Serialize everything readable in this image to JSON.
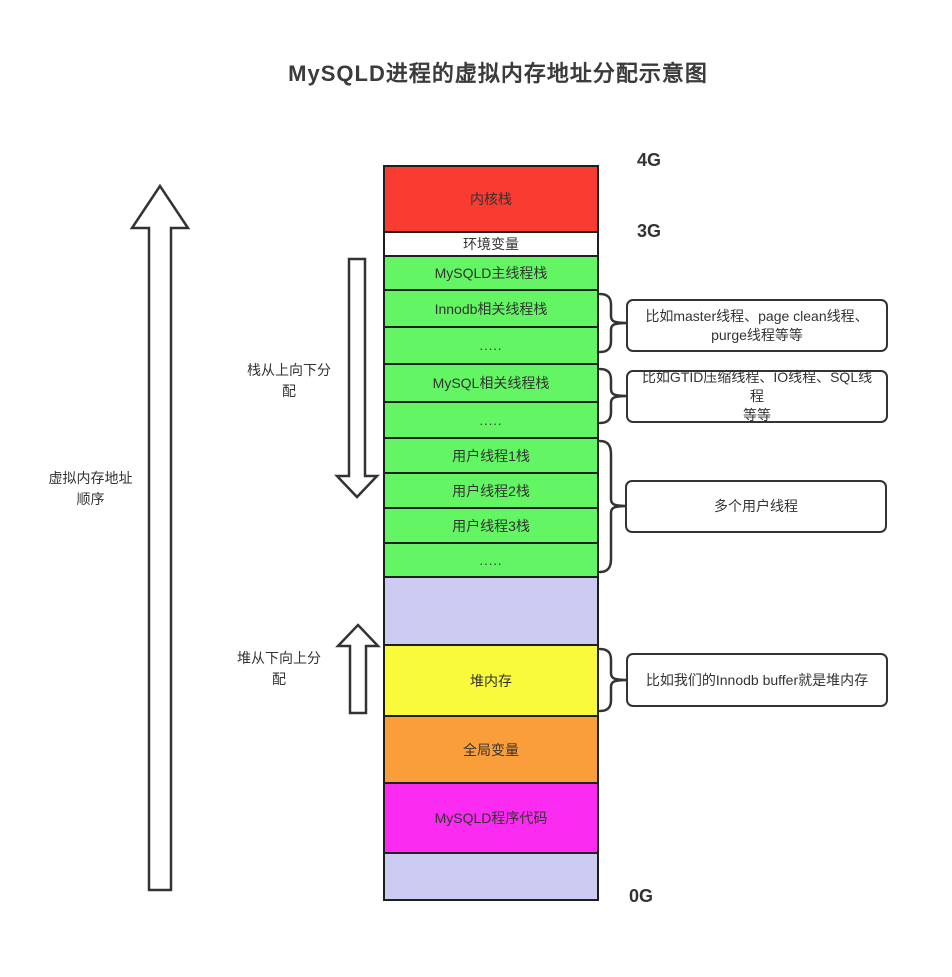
{
  "title": "MySQLD进程的虚拟内存地址分配示意图",
  "address_markers": {
    "top": "4G",
    "middle": "3G",
    "bottom": "0G"
  },
  "left_labels": {
    "order": {
      "line1": "虚拟内存地址",
      "line2": "顺序"
    },
    "stack_alloc": {
      "line1": "栈从上向下分",
      "line2": "配"
    },
    "heap_alloc": {
      "line1": "堆从下向上分",
      "line2": "配"
    }
  },
  "colors": {
    "kernel_stack": "#f93b31",
    "env_vars": "#ffffff",
    "thread_stacks": "#63f563",
    "unused": "#ccccf2",
    "heap": "#fafa3c",
    "globals": "#fa9e3c",
    "code": "#fb2bf1",
    "border": "#1f1f1f",
    "line": "#333333"
  },
  "stack": {
    "rows": [
      {
        "label": "内核栈",
        "color": "#f93b31"
      },
      {
        "label": "环境变量",
        "color": "#ffffff"
      },
      {
        "label": "MySQLD主线程栈",
        "color": "#63f563"
      },
      {
        "label": "Innodb相关线程栈",
        "color": "#63f563"
      },
      {
        "label": ".....",
        "color": "#63f563"
      },
      {
        "label": "MySQL相关线程栈",
        "color": "#63f563"
      },
      {
        "label": ".....",
        "color": "#63f563"
      },
      {
        "label": "用户线程1栈",
        "color": "#63f563"
      },
      {
        "label": "用户线程2栈",
        "color": "#63f563"
      },
      {
        "label": "用户线程3栈",
        "color": "#63f563"
      },
      {
        "label": ".....",
        "color": "#63f563"
      },
      {
        "label": "",
        "color": "#ccccf2"
      },
      {
        "label": "堆内存",
        "color": "#fafa3c"
      },
      {
        "label": "全局变量",
        "color": "#fa9e3c"
      },
      {
        "label": "MySQLD程序代码",
        "color": "#fb2bf1"
      },
      {
        "label": "",
        "color": "#ccccf2"
      }
    ]
  },
  "annotations": [
    {
      "line1": "比如master线程、page clean线程、",
      "line2": "purge线程等等"
    },
    {
      "line1": "比如GTID压缩线程、IO线程、SQL线程",
      "line2": "等等"
    },
    {
      "line1": "多个用户线程",
      "line2": ""
    },
    {
      "line1": "比如我们的Innodb buffer就是堆内存",
      "line2": ""
    }
  ]
}
